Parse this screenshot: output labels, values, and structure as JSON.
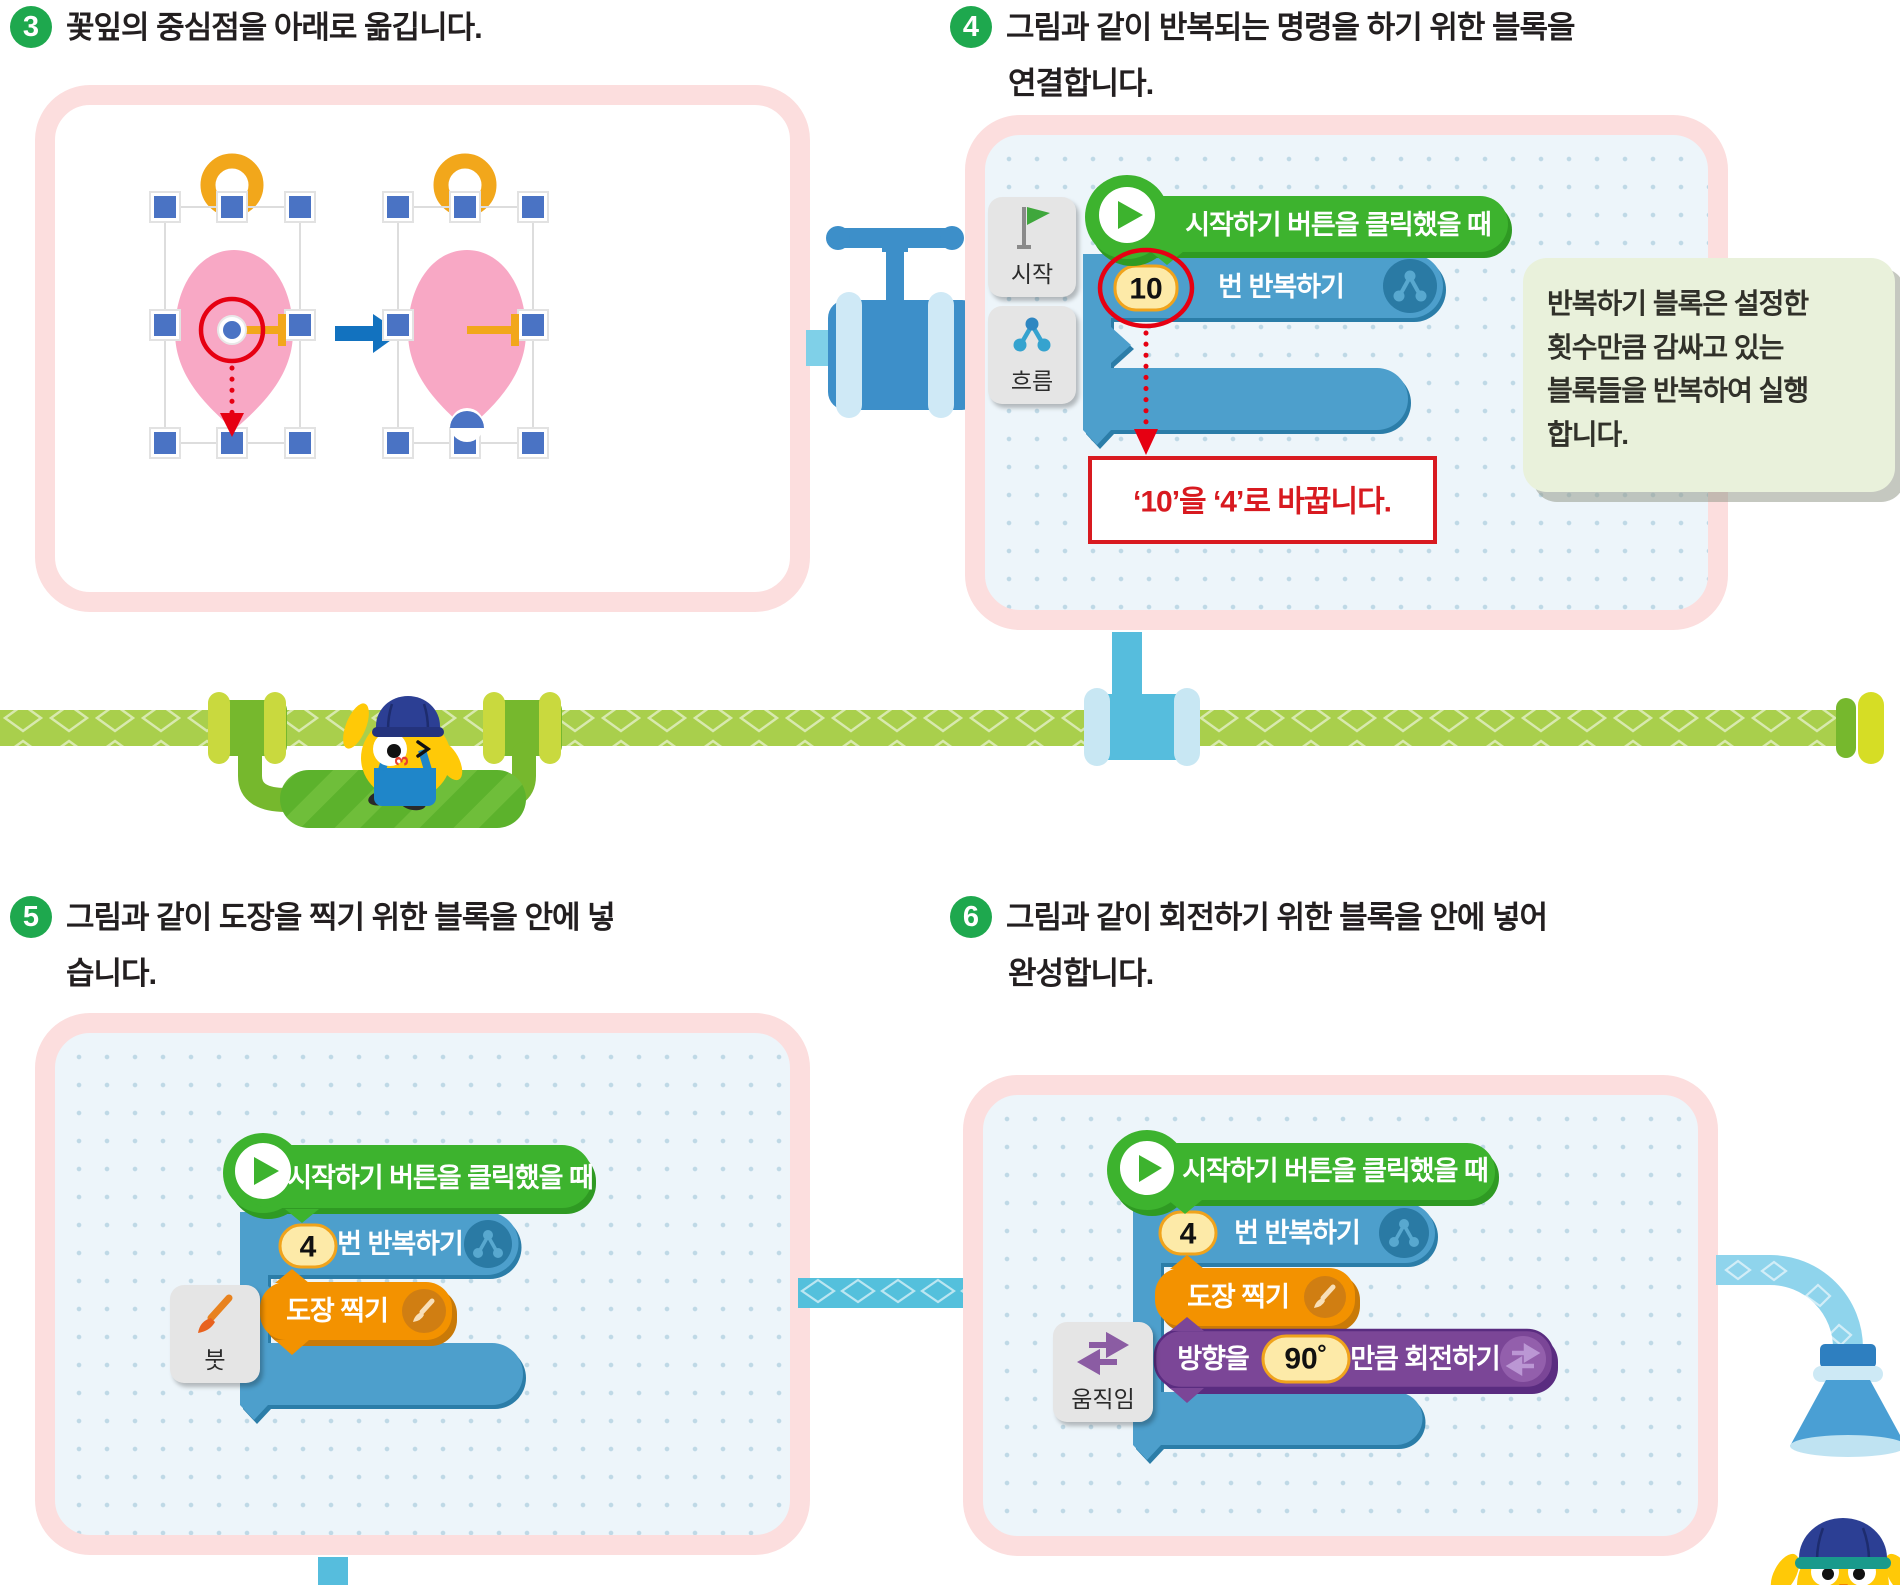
{
  "steps": {
    "step3": {
      "number": "3",
      "text": "꽃잎의 중심점을 아래로 옮깁니다."
    },
    "step4": {
      "number": "4",
      "line1": "그림과 같이 반복되는 명령을 하기 위한 블록을",
      "line2": "연결합니다."
    },
    "step5": {
      "number": "5",
      "line1": "그림과 같이 도장을 찍기 위한 블록을 안에 넣",
      "line2": "습니다."
    },
    "step6": {
      "number": "6",
      "line1": "그림과 같이 회전하기 위한 블록을 안에 넣어",
      "line2": "완성합니다."
    }
  },
  "palette": {
    "start": "시작",
    "flow": "흐름",
    "brush": "붓",
    "motion": "움직임"
  },
  "blocks": {
    "start_label": "시작하기 버튼을 클릭했을 때",
    "repeat_count_step4": "10",
    "repeat_count": "4",
    "repeat_suffix": "번 반복하기",
    "stamp_label": "도장 찍기",
    "rotate_prefix": "방향을",
    "rotate_value": "90˚",
    "rotate_suffix": "만큼 회전하기"
  },
  "annotations": {
    "change_note": "‘10’을 ‘4’로 바꿉니다.",
    "tip_line1": "반복하기 블록은 설정한",
    "tip_line2": "횟수만큼 감싸고 있는",
    "tip_line3": "블록들을 반복하여 실행",
    "tip_line4": "합니다."
  },
  "icons": {
    "start_block": "play-icon",
    "start_category": "flag-icon",
    "flow_category": "flow-network-icon",
    "brush_category": "brush-icon",
    "motion_category": "swap-arrows-icon"
  },
  "colors": {
    "badge_green": "#1ea84e",
    "block_green": "#3db32e",
    "block_blue": "#4d9fcc",
    "block_blue_dark": "#2b7da8",
    "block_orange": "#f39200",
    "block_purple": "#7b4697",
    "value_yellow": "#fdeaa8",
    "value_border": "#f0a31c",
    "panel_border_pink": "#fcdede",
    "panel_bg": "#edf5fa",
    "pipe_green": "#a9cf4c",
    "pipe_blue": "#56bddd",
    "note_red": "#d81a20",
    "bubble_bg": "#e9f1db",
    "petal_pink": "#f8a8c5",
    "handle_blue": "#4a73c4"
  }
}
